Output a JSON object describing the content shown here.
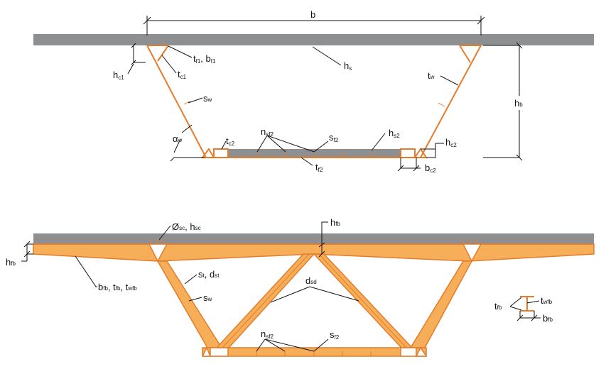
{
  "colors": {
    "slab": "#8e8f91",
    "steel": "#e47c2c",
    "fill": "#f7ae58"
  },
  "top_section": {
    "b": "b",
    "hs": "h",
    "hs_sub": "s",
    "tf1": "t",
    "tf1_sub": "f1",
    "bf1": "b",
    "bf1_sub": "f1",
    "sep": ", ",
    "tc1": "t",
    "tc1_sub": "c1",
    "hc1": "h",
    "hc1_sub": "c1",
    "sw": "s",
    "sw_sub": "w",
    "aw": "α",
    "aw_sub": "w",
    "tc2": "t",
    "tc2_sub": "c2",
    "nsf2": "n",
    "nsf2_sub": "sf2",
    "sf2": "s",
    "sf2_sub": "f2",
    "hs2": "h",
    "hs2_sub": "s2",
    "tf2": "t",
    "tf2_sub": "f2",
    "tw": "t",
    "tw_sub": "w",
    "hb": "h",
    "hb_sub": "b",
    "hc2": "h",
    "hc2_sub": "c2",
    "bc2": "b",
    "bc2_sub": "c2"
  },
  "bottom_section": {
    "osc": "Ø",
    "osc_sub": "sc",
    "hsc": "h",
    "hsc_sub": "sc",
    "hfb": "h",
    "hfb_sub": "fb",
    "hfb2": "h",
    "hfb2_sub": "fb",
    "bfb": "b",
    "bfb_sub": "fb",
    "tfb": "t",
    "tfb_sub": "fb",
    "twfb": "t",
    "twfb_sub": "wfb",
    "st": "s",
    "st_sub": "t",
    "dst": "d",
    "dst_sub": "st",
    "sw": "s",
    "sw_sub": "w",
    "dsd": "d",
    "dsd_sub": "sd",
    "nsf2": "n",
    "nsf2_sub": "sf2",
    "sf2": "s",
    "sf2_sub": "f2",
    "detail_tfb": "t",
    "detail_tfb_sub": "fb",
    "detail_twfb": "t",
    "detail_twfb_sub": "wfb",
    "detail_bfb": "b",
    "detail_bfb_sub": "fb"
  }
}
